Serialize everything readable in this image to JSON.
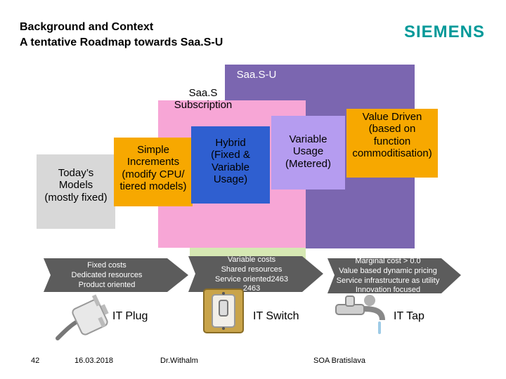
{
  "header": {
    "title_line1": "Background and Context",
    "title_line2": "A tentative Roadmap towards Saa.S-U",
    "logo": "SIEMENS"
  },
  "boxes": {
    "saas_u": "Saa.S-U",
    "saas_subscription_line1": "Saa.S",
    "saas_subscription_line2": "Subscription",
    "todays_models": [
      "Today’s",
      "Models",
      "(mostly fixed)"
    ],
    "simple_increments": [
      "Simple",
      "Increments",
      "(modify CPU/",
      "tiered models)"
    ],
    "hybrid": [
      "Hybrid",
      "(Fixed &",
      "Variable",
      "Usage)"
    ],
    "variable_usage": [
      "Variable",
      "Usage",
      "(Metered)"
    ],
    "value_driven": [
      "Value Driven",
      "(based on",
      "function",
      "commoditisation)"
    ]
  },
  "arrows": {
    "fixed": [
      "Fixed costs",
      "Dedicated resources",
      "Product oriented"
    ],
    "variable": [
      "Variable costs",
      "Shared resources",
      "Service oriented2463",
      "2463"
    ],
    "marginal": [
      "Marginal cost > 0.0",
      "Value based dynamic pricing",
      "Service infrastructure as utility",
      "Innovation focused"
    ]
  },
  "icons": {
    "plug_label": "IT Plug",
    "switch_label": "IT Switch",
    "tap_label": "IT Tap"
  },
  "footer": {
    "page": "42",
    "date": "16.03.2018",
    "author": "Dr.Withalm",
    "event": "SOA Bratislava"
  },
  "colors": {
    "purple": "#7b66b0",
    "pink": "#f7a6d6",
    "green": "#d6e8b3",
    "grey": "#d8d8d8",
    "orange": "#f7a800",
    "blue": "#2f5fd0",
    "lavender": "#b59cf0",
    "arrow": "#5c5c5c",
    "siemens": "#009999"
  }
}
